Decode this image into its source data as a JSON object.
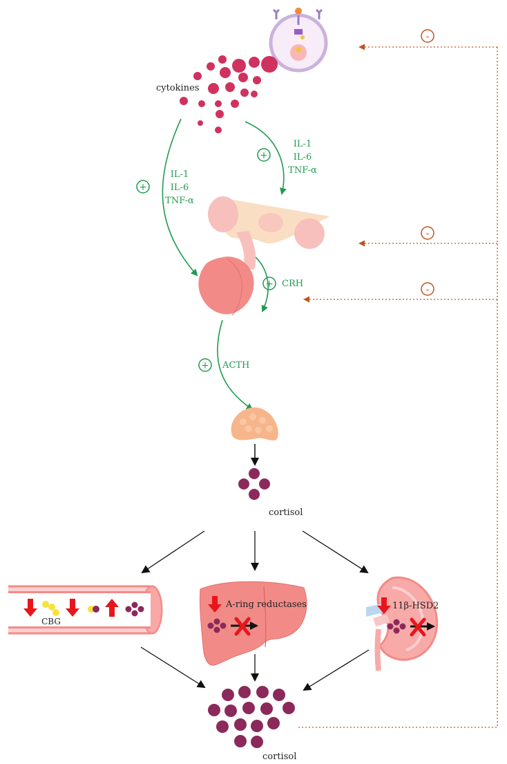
{
  "labels": {
    "cytokines": "cytokines",
    "left_arrow": [
      "IL-1",
      "IL-6",
      "TNF-α"
    ],
    "right_arrow": [
      "IL-1",
      "IL-6",
      "TNF-α"
    ],
    "crh": "CRH",
    "acth": "ACTH",
    "cortisol_top": "cortisol",
    "cortisol_bottom": "cortisol",
    "cbg": "CBG",
    "a_ring": "A-ring reductases",
    "hsd2": "11β-HSD2"
  },
  "signs": {
    "plus": "+",
    "minus": "-"
  },
  "colors": {
    "green": "#1f9a4f",
    "feedback": "#c0531f",
    "cortisol": "#8b2a5a",
    "cytokine": "#d0325f",
    "organ": "#f28b87",
    "red_arrow": "#e8161b"
  }
}
